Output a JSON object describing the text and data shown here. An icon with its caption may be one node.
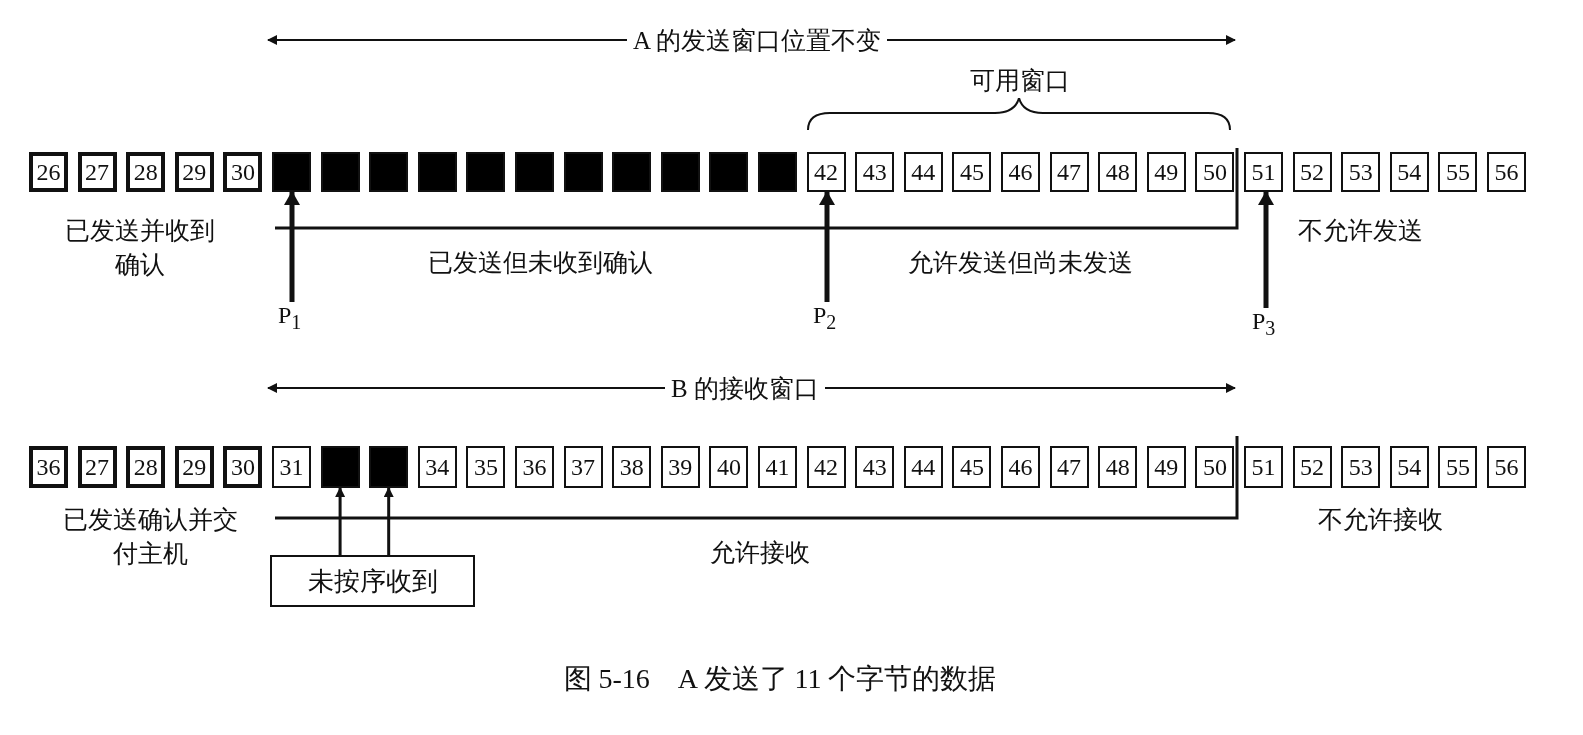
{
  "diagram": {
    "caption": "图 5-16　A 发送了 11 个字节的数据",
    "nodes": [
      {
        "text": [
          "26"
        ]
      },
      {
        "text": [
          "27"
        ]
      },
      {
        "text": [
          "28"
        ]
      },
      {
        "text": [
          "29"
        ]
      },
      {
        "text": [
          "30"
        ]
      },
      {
        "text": [],
        "shape": "box"
      },
      {
        "text": [],
        "shape": "box"
      },
      {
        "text": [],
        "shape": "box"
      },
      {
        "text": [],
        "shape": "box"
      },
      {
        "text": [],
        "shape": "box"
      },
      {
        "text": [],
        "shape": "box"
      },
      {
        "text": [],
        "shape": "box"
      },
      {
        "text": [],
        "shape": "box"
      },
      {
        "text": [],
        "shape": "box"
      },
      {
        "text": [],
        "shape": "box"
      },
      {
        "text": [],
        "shape": "box"
      },
      {
        "text": [
          "42"
        ]
      },
      {
        "text": [
          "43"
        ]
      },
      {
        "text": [
          "44"
        ]
      },
      {
        "text": [
          "45"
        ]
      },
      {
        "text": [
          "46"
        ]
      },
      {
        "text": [
          "47"
        ]
      },
      {
        "text": [
          "48"
        ]
      },
      {
        "text": [
          "49"
        ]
      },
      {
        "text": [
          "50"
        ]
      },
      {
        "text": [
          "51"
        ]
      },
      {
        "text": [
          "52"
        ]
      },
      {
        "text": [
          "53"
        ]
      },
      {
        "text": [
          "54"
        ]
      },
      {
        "text": [
          "55"
        ]
      },
      {
        "text": [
          "56"
        ]
      },
      {
        "text": [
          "P$_{1}$"
        ]
      },
      {
        "text": [
          "P$_{2}$"
        ]
      },
      {
        "text": [
          "P$_{3}$"
        ]
      },
      {
        "text": [
          "36"
        ]
      },
      {
        "text": [
          "27"
        ]
      },
      {
        "text": [
          "28"
        ]
      },
      {
        "text": [
          "29"
        ]
      },
      {
        "text": [
          "30"
        ]
      },
      {
        "text": [
          "31"
        ]
      },
      {
        "text": [],
        "shape": "box"
      },
      {
        "text": [],
        "shape": "box"
      },
      {
        "text": [
          "34"
        ]
      },
      {
        "text": [
          "35"
        ]
      },
      {
        "text": [
          "36"
        ]
      },
      {
        "text": [
          "37"
        ]
      },
      {
        "text": [
          "38"
        ]
      },
      {
        "text": [
          "39"
        ]
      },
      {
        "text": [
          "40"
        ]
      },
      {
        "text": [
          "41"
        ]
      },
      {
        "text": [
          "42"
        ]
      },
      {
        "text": [
          "43"
        ]
      },
      {
        "text": [
          "44"
        ]
      },
      {
        "text": [
          "45"
        ]
      },
      {
        "text": [
          "46"
        ]
      },
      {
        "text": [
          "47"
        ]
      },
      {
        "text": [
          "48"
        ]
      },
      {
        "text": [
          "49"
        ]
      },
      {
        "text": [
          "50"
        ]
      },
      {
        "text": [
          "51"
        ]
      },
      {
        "text": [
          "52"
        ]
      },
      {
        "text": [
          "53"
        ]
      },
      {
        "text": [
          "54"
        ]
      },
      {
        "text": [
          "55"
        ]
      },
      {
        "text": [
          "56"
        ]
      },
      {
        "text": [
          "未按序收到"
        ]
      }
    ],
    "edges": [
      {
        "from": 31,
        "to": 5,
        "arrow": "to"
      },
      {
        "from": 32,
        "to": 16,
        "arrow": "to"
      },
      {
        "from": 33,
        "to": 25,
        "arrow": "to"
      },
      {
        "from": 65,
        "to": 40,
        "arrow": "to"
      },
      {
        "from": 65,
        "to": 41,
        "arrow": "to"
      }
    ],
    "labels": [
      "A 的发送窗口位置不变",
      "可用窗口",
      "已发送并收到确认",
      "已发送但未收到确认",
      "允许发送但尚未发送",
      "不允许发送",
      "B 的接收窗口",
      "已发送确认并交付主机",
      "允许接收",
      "不允许接收"
    ]
  }
}
